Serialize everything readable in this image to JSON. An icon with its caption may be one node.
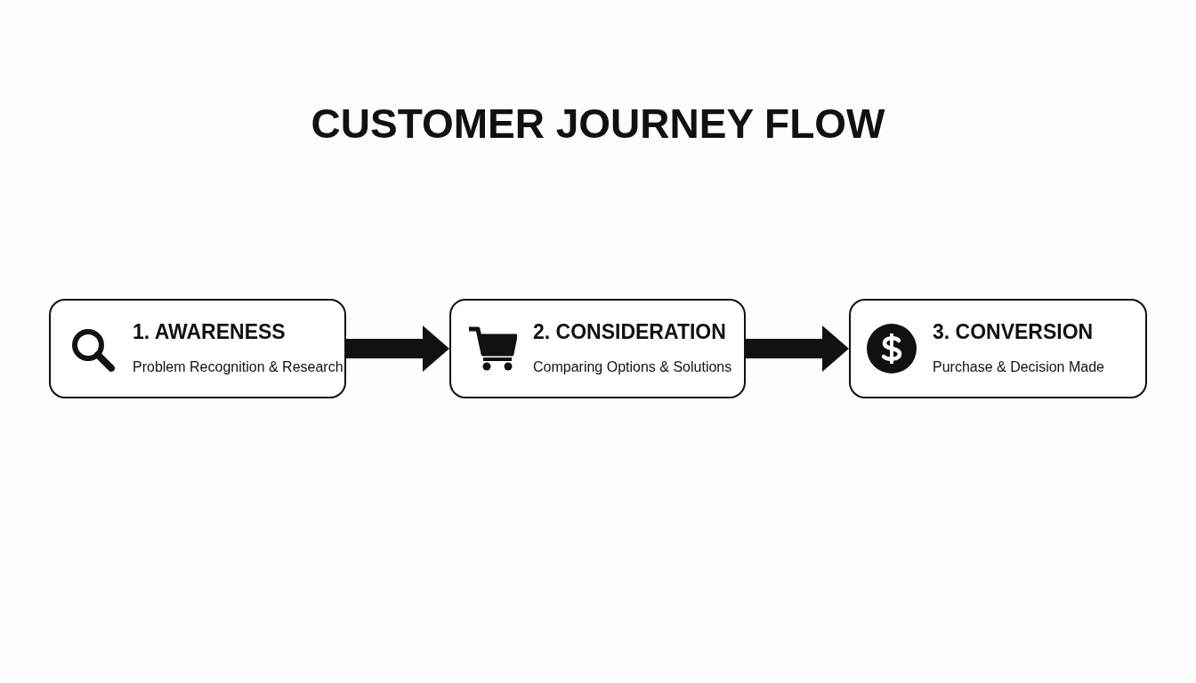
{
  "diagram": {
    "title": "CUSTOMER JOURNEY FLOW",
    "nodes": [
      {
        "text": [
          "1. AWARENESS",
          "Problem Recognition & Research"
        ]
      },
      {
        "text": [
          "2. CONSIDERATION",
          "Comparing Options & Solutions"
        ]
      },
      {
        "text": [
          "3. CONVERSION",
          "Purchase & Decision Made"
        ]
      }
    ],
    "edges": [
      {
        "from": 0,
        "to": 1,
        "arrow": "to"
      },
      {
        "from": 1,
        "to": 2,
        "arrow": "to"
      }
    ]
  }
}
